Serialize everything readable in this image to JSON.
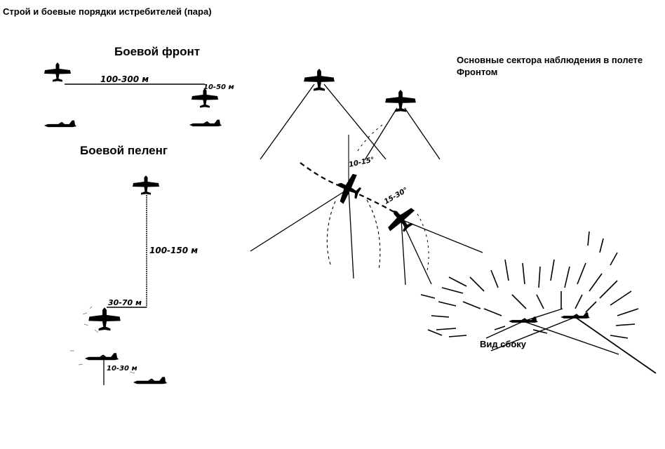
{
  "header": {
    "title": "Строй и боевые порядки истребителей (пара)"
  },
  "front": {
    "title": "Боевой фронт",
    "distance_label": "100-300 м",
    "offset_label": "10-50 м"
  },
  "bearing": {
    "title": "Боевой пеленг",
    "distance_label": "100-150 м",
    "lateral_label": "30-70 м",
    "vertical_label": "10-30 м"
  },
  "sectors": {
    "title_line1": "Основные сектора наблюдения в полете",
    "title_line2": "Фронтом",
    "angle_label_1": "10-15°",
    "angle_label_2": "15-30°"
  },
  "side_view": {
    "label": "Вид сбоку"
  },
  "colors": {
    "ink": "#000000",
    "background": "#ffffff"
  }
}
